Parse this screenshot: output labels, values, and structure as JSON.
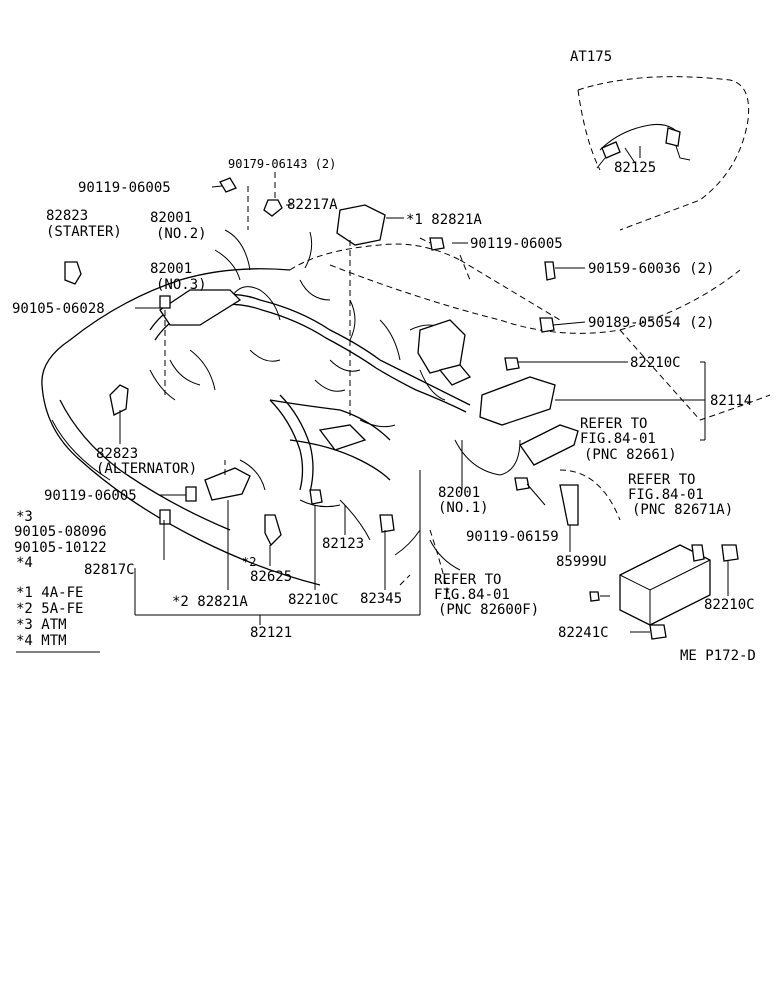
{
  "diagram": {
    "labels": {
      "at175": "AT175",
      "p82125": "82125",
      "p90179_06143": "90179-06143 (2)",
      "p90119_06005_a": "90119-06005",
      "p82217a": "82217A",
      "p82821a_top": "*1 82821A",
      "p82823_starter": "82823",
      "starter": "(STARTER)",
      "p82001_no2": "82001",
      "no2": "(NO.2)",
      "p90119_06005_b": "90119-06005",
      "p82001_no3": "82001",
      "no3": "(NO.3)",
      "p90159_60036": "90159-60036 (2)",
      "p90105_06028": "90105-06028",
      "p90189_05054": "90189-05054 (2)",
      "p82210c_a": "82210C",
      "p82114": "82114",
      "refer1_a": "REFER TO",
      "refer1_b": "FIG.84-01",
      "refer1_c": "(PNC 82661)",
      "p82823_alt": "82823",
      "alternator": "(ALTERNATOR)",
      "refer2_a": "REFER TO",
      "refer2_b": "FIG.84-01",
      "refer2_c": "(PNC 82671A)",
      "p90119_06005_c": "90119-06005",
      "p82001_no1": "82001",
      "no1": "(NO.1)",
      "star3": "*3",
      "p90105_08096": "90105-08096",
      "p90105_10122": "90105-10122",
      "star4": "*4",
      "p90119_06159": "90119-06159",
      "p82123": "82123",
      "p85999u": "85999U",
      "p82817c": "82817C",
      "star2_small": "*2",
      "p82625": "82625",
      "refer3_a": "REFER TO",
      "refer3_b": "FIG.84-01",
      "refer3_c": "(PNC 82600F)",
      "p82345": "82345",
      "p82210c_b": "82210C",
      "p82210c_c": "82210C",
      "p82821a_bot": "*2 82821A",
      "p82121": "82121",
      "p82241c": "82241C",
      "code": "ME P172-D"
    },
    "legend": [
      "*1 4A-FE",
      "*2 5A-FE",
      "*3 ATM",
      "*4 MTM"
    ]
  }
}
